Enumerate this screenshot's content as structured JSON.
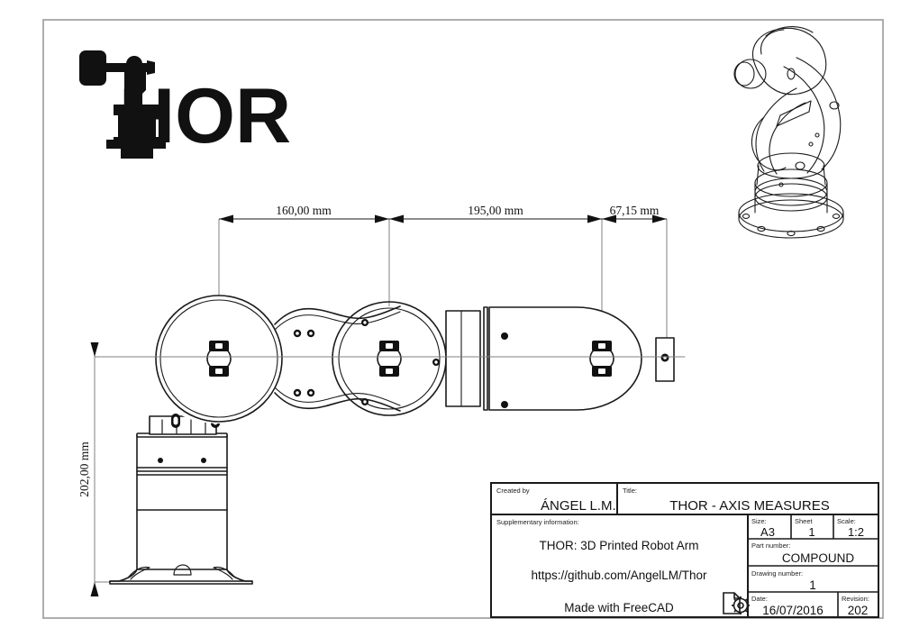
{
  "sheet": {
    "background": "#ffffff",
    "border_color": "#9a9a9a",
    "line_color": "#1a1a1a",
    "dim_line_color": "#808080"
  },
  "logo": {
    "name": "THOR",
    "wordmark": "HOR",
    "description": "robot-arm-hammer-silhouette-as-letter-T"
  },
  "isometric_view": {
    "label": "THOR robot arm isometric view"
  },
  "dimensions": {
    "horizontal": [
      {
        "id": "dim-160",
        "value": "160,00 mm",
        "number": 160.0,
        "unit": "mm"
      },
      {
        "id": "dim-195",
        "value": "195,00 mm",
        "number": 195.0,
        "unit": "mm"
      },
      {
        "id": "dim-6715",
        "value": "67,15 mm",
        "number": 67.15,
        "unit": "mm"
      }
    ],
    "vertical": [
      {
        "id": "dim-202",
        "value": "202,00 mm",
        "number": 202.0,
        "unit": "mm"
      }
    ]
  },
  "title_block": {
    "created_by_label": "Created by",
    "created_by_value": "ÁNGEL L.M.",
    "title_label": "Title:",
    "title_value": "THOR - AXIS MEASURES",
    "supplementary_label": "Supplementary information:",
    "supplementary_lines": [
      "THOR: 3D Printed Robot Arm",
      "https://github.com/AngelLM/Thor",
      "Made with FreeCAD"
    ],
    "size_label": "Size:",
    "size_value": "A3",
    "sheet_label": "Sheet",
    "sheet_value": "1",
    "scale_label": "Scale:",
    "scale_value": "1:2",
    "part_number_label": "Part number:",
    "part_number_value": "COMPOUND",
    "drawing_number_label": "Drawing number:",
    "drawing_number_value": "1",
    "date_label": "Date:",
    "date_value": "16/07/2016",
    "revision_label": "Revision:",
    "revision_value": "202",
    "freecad_logo_name": "freecad-logo"
  }
}
